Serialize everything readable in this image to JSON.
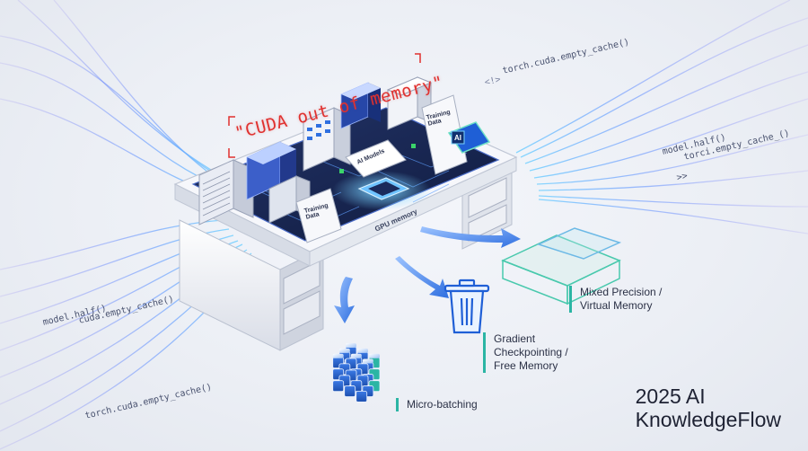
{
  "error_text": "\"CUDA out of memory\"",
  "code_snippets": {
    "torch_top": "torch.cuda.empty_cache()",
    "prompt_top": "<!>",
    "model_half_right": "model.half()",
    "torci_right": "torci.empty_cache_()",
    "prompt_right": ">>",
    "model_half_left": "model.half()",
    "cuda_left": "cuda.empty_cache()",
    "torch_bottom": "torch.cuda.empty_cache()"
  },
  "board_labels": {
    "gpu_memory": "GPU memory",
    "ai_models": "AI Models",
    "training_data_right": [
      "Training",
      "Data"
    ],
    "training_data_left": [
      "Training",
      "Data"
    ],
    "ai_chip": "AI"
  },
  "captions": {
    "mixed_precision": [
      "Mixed Precision /",
      "Virtual Memory"
    ],
    "gradient_checkpointing": [
      "Gradient",
      "Checkpointing /",
      "Free Memory"
    ],
    "micro_batching": "Micro-batching"
  },
  "brand": [
    "2025 AI",
    "KnowledgeFlow"
  ],
  "colors": {
    "accent_teal": "#2bb5a4",
    "accent_blue": "#2f6fe0",
    "error_red": "#e0312f",
    "text_dark": "#1e2233"
  }
}
